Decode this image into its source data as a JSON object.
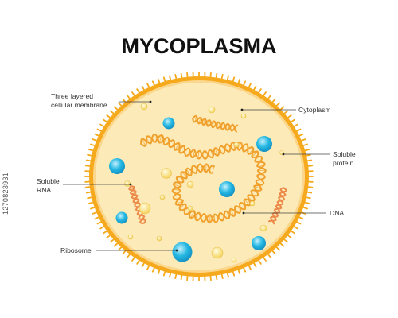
{
  "title": "MYCOPLASMA",
  "labels": {
    "membrane_line1": "Three layered",
    "membrane_line2": "cellular membrane",
    "cytoplasm": "Cytoplasm",
    "soluble_protein_line1": "Soluble",
    "soluble_protein_line2": "protein",
    "soluble_rna_line1": "Soluble",
    "soluble_rna_line2": "RNA",
    "dna": "DNA",
    "ribosome": "Ribosome"
  },
  "side_text": "1270823931",
  "colors": {
    "membrane": "#f4a91a",
    "cytoplasm": "#fcebb8",
    "dna": "#f0a02c",
    "rna": "#ec8a4a",
    "ribosome": "#25b8e3",
    "protein": "#fbe58c",
    "leader": "#444444"
  }
}
